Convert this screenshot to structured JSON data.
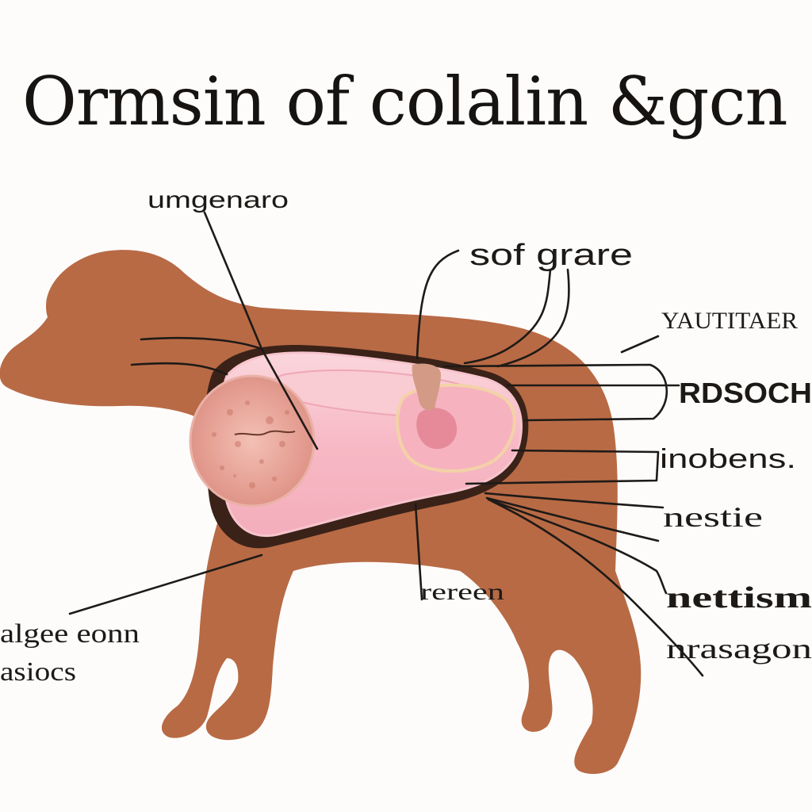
{
  "title": "Ormsin of colalin &gcn",
  "labels": {
    "umgenaro": "umgenaro",
    "sof_grare": "sof grare",
    "yautitaer": "YAUTITAER",
    "rdsoch": "RDSOCH",
    "inobens": "inobens.",
    "nestie": "nestie",
    "rereen": "rereen",
    "nettism": "nettism",
    "nrasagon": "nrasagon",
    "algee_eonn": "algee eonn",
    "asiocs": "asiocs"
  },
  "colors": {
    "dog_body": "#b86a45",
    "organ_pink": "#f6b9c4",
    "organ_light": "#fbd3da",
    "organ_outline": "#2a1a14",
    "tissue": "#e7a396",
    "background": "#fdfcfb",
    "text": "#1c1916"
  }
}
